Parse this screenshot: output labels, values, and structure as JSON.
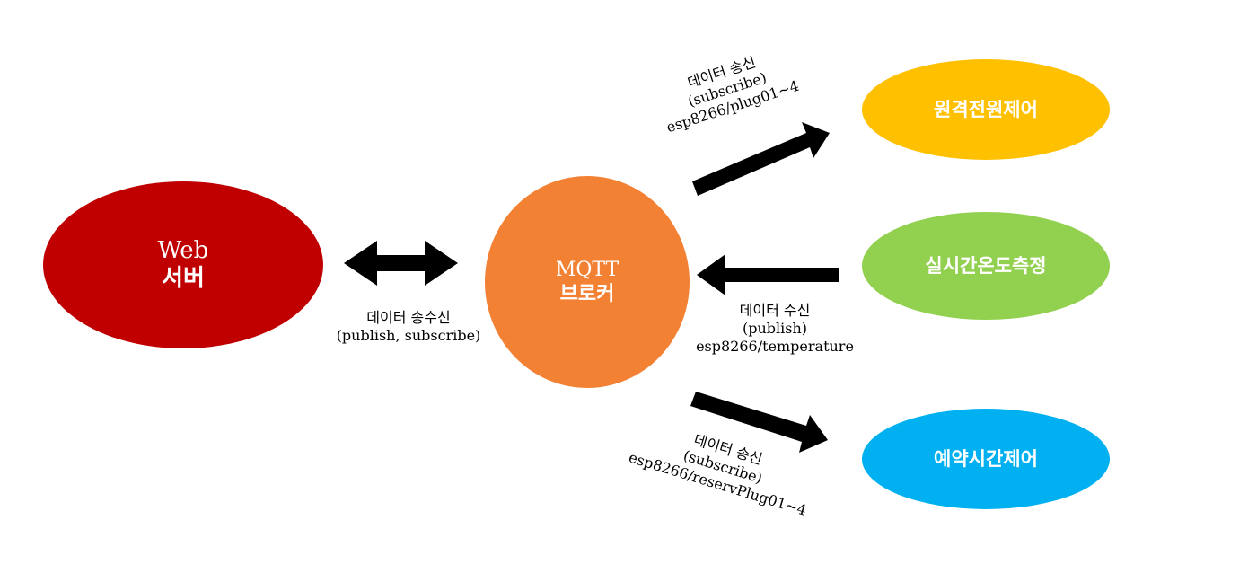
{
  "nodes": {
    "web": {
      "line1": "Web",
      "line2": "서버",
      "color": "#c00000"
    },
    "broker": {
      "line1": "MQTT",
      "line2": "브로커",
      "color": "#f38134"
    },
    "power": {
      "label": "원격전원제어",
      "color": "#ffc000"
    },
    "temperature": {
      "label": "실시간온도측정",
      "color": "#92d050"
    },
    "reservation": {
      "label": "예약시간제어",
      "color": "#00b0f0"
    }
  },
  "edges": {
    "web_broker": {
      "line1": "데이터 송수신",
      "line2": "(publish, subscribe)"
    },
    "broker_power": {
      "line1": "데이터 송신",
      "line2": "(subscribe)",
      "line3": "esp8266/plug01~4"
    },
    "temp_broker": {
      "line1": "데이터 수신",
      "line2": "(publish)",
      "line3": "esp8266/temperature"
    },
    "broker_reservation": {
      "line1": "데이터 송신",
      "line2": "(subscribe)",
      "line3": "esp8266/reservPlug01~4"
    }
  }
}
